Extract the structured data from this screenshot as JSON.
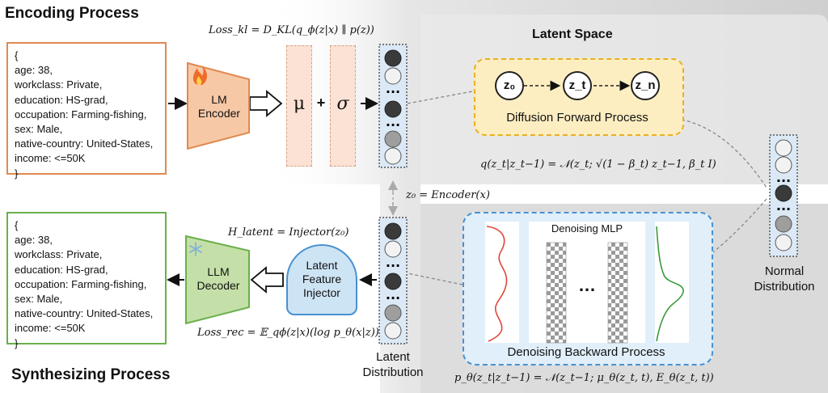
{
  "titles": {
    "encoding": "Encoding Process",
    "synthesizing": "Synthesizing Process",
    "latent_space": "Latent Space"
  },
  "record_top": [
    "{",
    "age: 38,",
    "workclass: Private,",
    "education: HS-grad,",
    "occupation: Farming-fishing,",
    "sex: Male,",
    "native-country: United-States,",
    "income: <=50K",
    "}"
  ],
  "record_bottom": [
    "{",
    "age: 38,",
    "workclass: Private,",
    "education: HS-grad,",
    "occupation: Farming-fishing,",
    "sex: Male,",
    "native-country: United-States,",
    "income: <=50K",
    "}"
  ],
  "encoder": {
    "line1": "LM",
    "line2": "Encoder",
    "icon": "fire-icon"
  },
  "decoder": {
    "line1": "LLM",
    "line2": "Decoder",
    "icon": "snowflake-icon"
  },
  "injector": {
    "line1": "Latent",
    "line2": "Feature",
    "line3": "Injector"
  },
  "mu": "μ",
  "sigma": "σ",
  "plus": "+",
  "formulas": {
    "loss_kl": "Loss_kl = D_KL(q_ϕ(z|x) ∥ p(z))",
    "z0_encoder": "z₀ = Encoder(x)",
    "h_latent": "H_latent = Injector(z₀)",
    "loss_rec": "Loss_rec = 𝔼_qϕ(z|x)(log p_θ(x|z))",
    "forward": "q(z_t|z_t−1) = 𝒩(z_t; √(1 − β_t) z_t−1, β_t I)",
    "backward": "p_θ(z_t|z_t−1) = 𝒩(z_t−1; μ_θ(z_t, t), E_θ(z_t, t))"
  },
  "diffusion": {
    "label": "Diffusion Forward Process",
    "nodes": [
      "z₀",
      "z_t",
      "z_n"
    ]
  },
  "denoising": {
    "mlp_label": "Denoising MLP",
    "backward_label": "Denoising Backward Process",
    "dots": "…"
  },
  "latent_distribution": {
    "line1": "Latent",
    "line2": "Distribution"
  },
  "normal_distribution": {
    "line1": "Normal",
    "line2": "Distribution"
  },
  "colors": {
    "orange": "#e08a50",
    "green": "#6ab04c",
    "encoder_fill": "#f7c8a6",
    "decoder_fill": "#c4dfa8",
    "injector_fill": "#cde4f5",
    "vector_fill": "#dbe9f7",
    "param_fill": "#fbe2d4",
    "diff_fill": "#fdeec2",
    "diff_border": "#e8b022",
    "denoise_fill": "#e1effa",
    "denoise_border": "#4a90d0",
    "curve_red": "#e0453a",
    "curve_green": "#3a9a3a"
  }
}
